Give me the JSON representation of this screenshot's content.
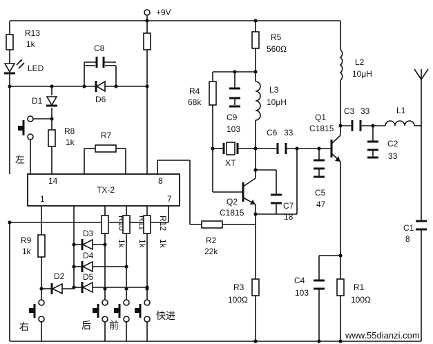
{
  "supply": {
    "label": "+9V"
  },
  "ic": {
    "name": "TX-2",
    "pin14": "14",
    "pin8": "8",
    "pin1": "1",
    "pin7": "7"
  },
  "resistors": [
    {
      "ref": "R13",
      "value": "1k"
    },
    {
      "ref": "R8",
      "value": "1k"
    },
    {
      "ref": "R7",
      "value": ""
    },
    {
      "ref": "R9",
      "value": "1k"
    },
    {
      "ref": "R10",
      "value": "1k"
    },
    {
      "ref": "R11",
      "value": "1k"
    },
    {
      "ref": "R12",
      "value": "1k"
    },
    {
      "ref": "R2",
      "value": "22k"
    },
    {
      "ref": "R3",
      "value": "100Ω"
    },
    {
      "ref": "R4",
      "value": "68k"
    },
    {
      "ref": "R5",
      "value": "560Ω"
    },
    {
      "ref": "R1",
      "value": "100Ω"
    }
  ],
  "capacitors": [
    {
      "ref": "C8",
      "value": ""
    },
    {
      "ref": "C9",
      "value": "103"
    },
    {
      "ref": "C6",
      "value": "33"
    },
    {
      "ref": "C7",
      "value": "18"
    },
    {
      "ref": "C5",
      "value": "47"
    },
    {
      "ref": "C3",
      "value": "33"
    },
    {
      "ref": "C2",
      "value": "33"
    },
    {
      "ref": "C1",
      "value": "8"
    },
    {
      "ref": "C4",
      "value": "103"
    }
  ],
  "inductors": [
    {
      "ref": "L1",
      "value": ""
    },
    {
      "ref": "L2",
      "value": "10μH"
    },
    {
      "ref": "L3",
      "value": "10μH"
    }
  ],
  "transistors": [
    {
      "ref": "Q1",
      "type": "C1815"
    },
    {
      "ref": "Q2",
      "type": "C1815"
    }
  ],
  "crystal": {
    "ref": "XT"
  },
  "diodes": [
    "D1",
    "D2",
    "D3",
    "D4",
    "D5",
    "D6"
  ],
  "led": {
    "label": "LED"
  },
  "buttons": {
    "left": "左",
    "right": "右",
    "back": "后",
    "forward": "前",
    "fast_forward": "快进"
  },
  "watermark": "www.55dianzi.com"
}
